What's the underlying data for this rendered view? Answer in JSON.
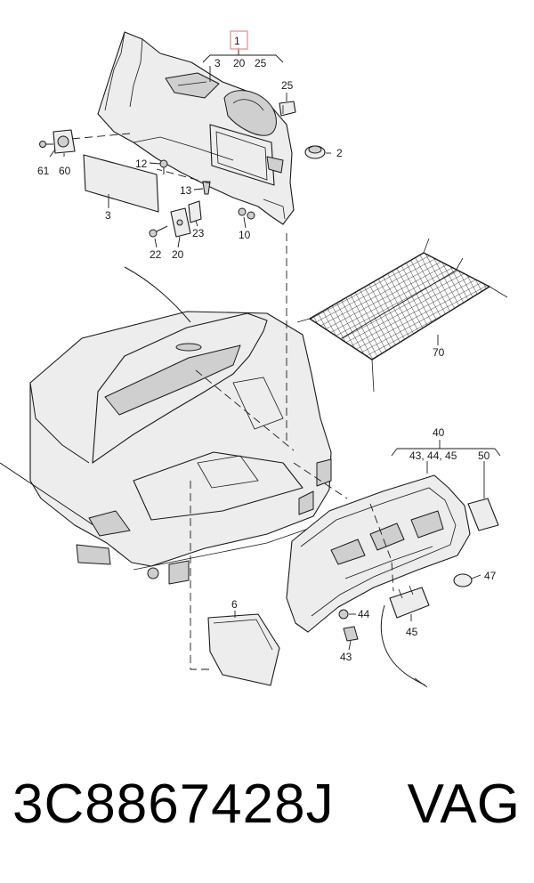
{
  "diagram": {
    "callouts": {
      "c1": "1",
      "c1_group_3": "3",
      "c1_group_20": "20",
      "c1_group_25": "25",
      "c25": "25",
      "c2": "2",
      "c61": "61",
      "c60": "60",
      "c12": "12",
      "c13": "13",
      "c3": "3",
      "c23": "23",
      "c10": "10",
      "c22": "22",
      "c20": "20",
      "c70": "70",
      "c40": "40",
      "c40_group": "43, 44, 45",
      "c50": "50",
      "c47": "47",
      "c6": "6",
      "c44": "44",
      "c45": "45",
      "c43": "43"
    },
    "highlight_color": "#e8a0a8"
  },
  "footer": {
    "part_number": "3C8867428J",
    "brand": "VAG"
  }
}
